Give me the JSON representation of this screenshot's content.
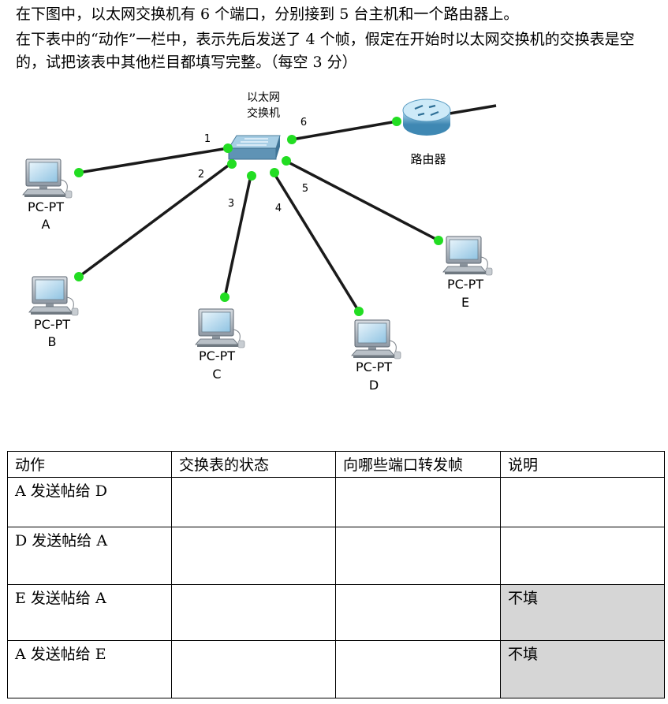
{
  "intro": {
    "line1": "在下图中，以太网交换机有 6 个端口，分别接到 5 台主机和一个路由器上。",
    "line2": "在下表中的“动作”一栏中，表示先后发送了 4 个帧，假定在开始时以太网交换机的交换表是空的，试把该表中其他栏目都填写完整。（每空 3 分）"
  },
  "diagram": {
    "switch_label_line1": "以太网",
    "switch_label_line2": "交换机",
    "router_label": "路由器",
    "link_color": "#1a1a1a",
    "port_dot_color": "#22dd22",
    "ports": [
      "1",
      "2",
      "3",
      "4",
      "5",
      "6"
    ],
    "hosts": [
      {
        "model": "PC-PT",
        "name": "A"
      },
      {
        "model": "PC-PT",
        "name": "B"
      },
      {
        "model": "PC-PT",
        "name": "C"
      },
      {
        "model": "PC-PT",
        "name": "D"
      },
      {
        "model": "PC-PT",
        "name": "E"
      }
    ]
  },
  "table": {
    "headers": [
      "动作",
      "交换表的状态",
      "向哪些端口转发帧",
      "说明"
    ],
    "rows": [
      {
        "action": "A 发送帖给 D",
        "table_state": "",
        "forward_ports": "",
        "note": ""
      },
      {
        "action": "D 发送帖给 A",
        "table_state": "",
        "forward_ports": "",
        "note": ""
      },
      {
        "action": "E 发送帖给 A",
        "table_state": "",
        "forward_ports": "",
        "note": "不填"
      },
      {
        "action": "A 发送帖给 E",
        "table_state": "",
        "forward_ports": "",
        "note": "不填"
      }
    ],
    "gray_note_color": "#d6d6d6"
  }
}
